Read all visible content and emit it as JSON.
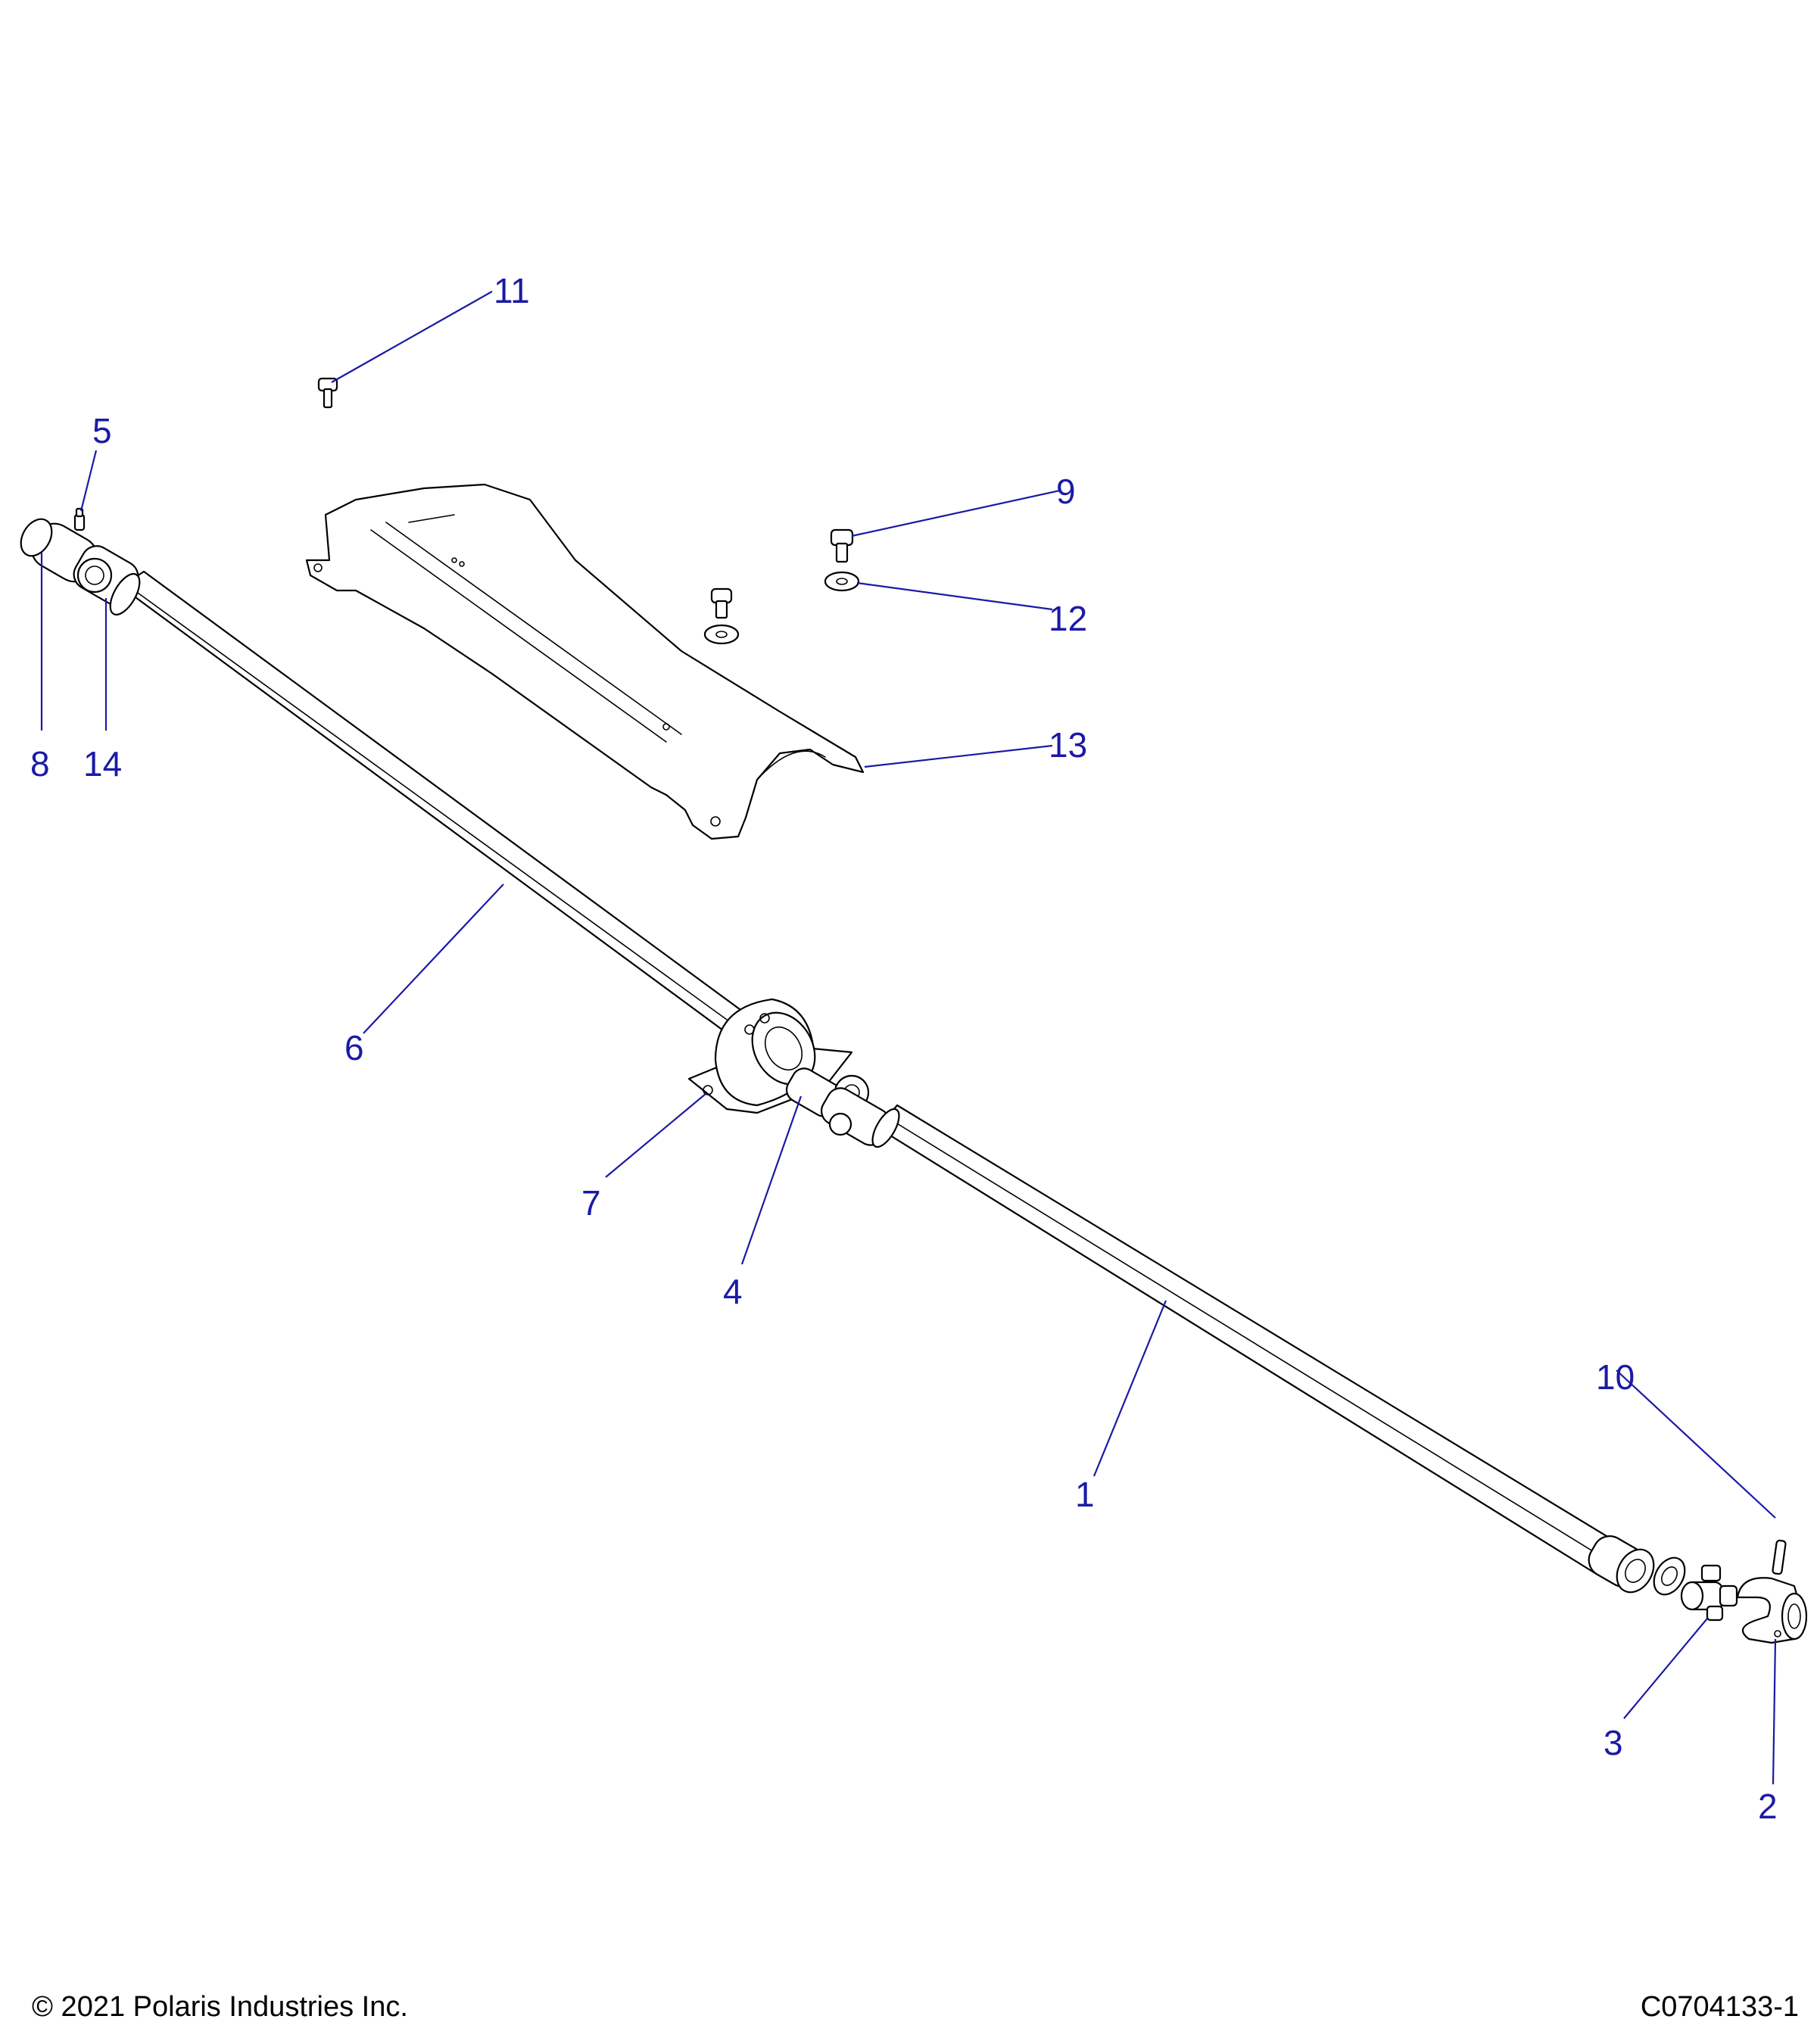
{
  "callouts": [
    {
      "label": "1"
    },
    {
      "label": "2"
    },
    {
      "label": "3"
    },
    {
      "label": "4"
    },
    {
      "label": "5"
    },
    {
      "label": "6"
    },
    {
      "label": "7"
    },
    {
      "label": "8"
    },
    {
      "label": "9"
    },
    {
      "label": "10"
    },
    {
      "label": "11"
    },
    {
      "label": "12"
    },
    {
      "label": "13"
    },
    {
      "label": "14"
    }
  ],
  "footer": {
    "copyright": "© 2021 Polaris Industries Inc.",
    "drawing_id": "C0704133-1"
  },
  "colors": {
    "callout": "#1a1aa6",
    "linework": "#000000",
    "background": "#ffffff"
  }
}
